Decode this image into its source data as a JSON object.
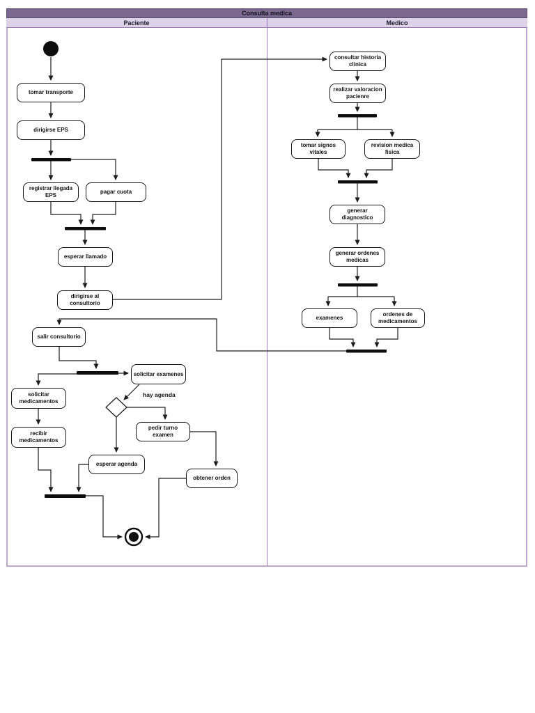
{
  "title": "Consulta medica",
  "lanes": {
    "left": "Paciente",
    "right": "Medico"
  },
  "nodes": {
    "tomar_transporte": "tomar transporte",
    "dirigirse_eps": "dirigirse EPS",
    "registrar_llegada": "registrar llegada EPS",
    "pagar_cuota": "pagar cuota",
    "esperar_llamado": "esperar llamado",
    "dirigirse_consultorio": "dirigirse al consultorio",
    "salir_consultorio": "salir consultorio",
    "solicitar_examenes": "solicitar examenes",
    "solicitar_medicamentos": "solicitar medicamentos",
    "recibir_medicamentos": "recibir medicamentos",
    "pedir_turno_examen": "pedir turno examen",
    "esperar_agenda": "esperar agenda",
    "obtener_orden": "obtener orden",
    "consultar_historia": "consultar historia clinica",
    "realizar_valoracion": "realizar valoracion pacienre",
    "tomar_signos": "tomar signos vitales",
    "revision_medica": "revision medica fisica",
    "generar_diagnostico": "generar diagnostico",
    "generar_ordenes": "generar ordenes medicas",
    "examenes": "examenes",
    "ordenes_medicamentos": "ordenes de medicamentos"
  },
  "edge_labels": {
    "hay_agenda": "hay agenda"
  },
  "colors": {
    "title_bg": "#7a6890",
    "title_border": "#594a6e",
    "header_bg": "#ded2e9",
    "frame_border": "#bda8ce",
    "lane_divider": "#a07cc0",
    "header_rule": "#9c82b4",
    "line": "#1c1c1c",
    "node_fill": "#ffffff"
  }
}
